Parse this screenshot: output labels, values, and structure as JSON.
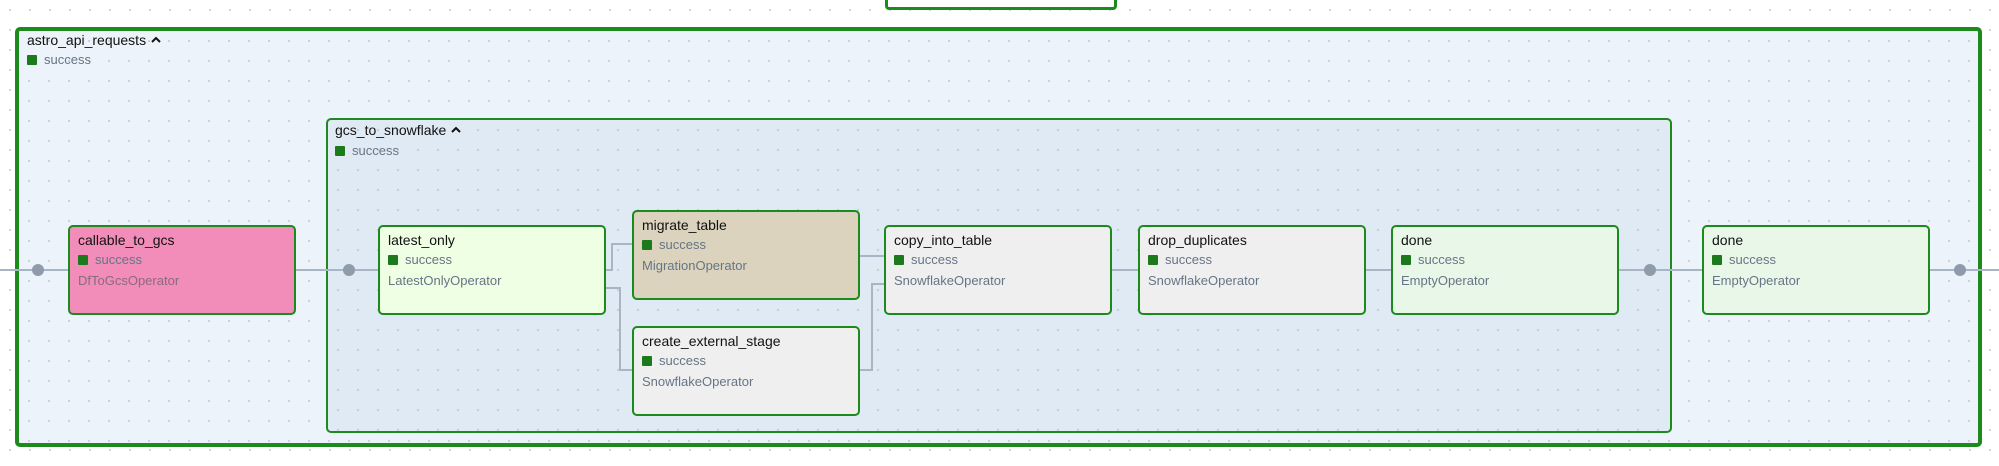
{
  "colors": {
    "success": "#1c7a1c",
    "border": "#1c8a1c",
    "edge": "#a7b5c4",
    "df_to_gcs_fill": "#f28cb9",
    "migration_fill": "#dbd3bd",
    "latest_only_fill": "#efffe3",
    "snowflake_fill": "#efefef",
    "empty_fill": "#e9f7e9"
  },
  "icons": {
    "collapse": "chevron-up-icon",
    "status": "status-square-icon"
  },
  "groups": {
    "outer": {
      "label": "astro_api_requests",
      "status": "success"
    },
    "inner": {
      "label": "gcs_to_snowflake",
      "status": "success"
    }
  },
  "nodes": {
    "callable_to_gcs": {
      "label": "callable_to_gcs",
      "status": "success",
      "operator": "DfToGcsOperator"
    },
    "latest_only": {
      "label": "latest_only",
      "status": "success",
      "operator": "LatestOnlyOperator"
    },
    "migrate_table": {
      "label": "migrate_table",
      "status": "success",
      "operator": "MigrationOperator"
    },
    "create_external_stage": {
      "label": "create_external_stage",
      "status": "success",
      "operator": "SnowflakeOperator"
    },
    "copy_into_table": {
      "label": "copy_into_table",
      "status": "success",
      "operator": "SnowflakeOperator"
    },
    "drop_duplicates": {
      "label": "drop_duplicates",
      "status": "success",
      "operator": "SnowflakeOperator"
    },
    "done_inner": {
      "label": "done",
      "status": "success",
      "operator": "EmptyOperator"
    },
    "done_outer": {
      "label": "done",
      "status": "success",
      "operator": "EmptyOperator"
    }
  }
}
